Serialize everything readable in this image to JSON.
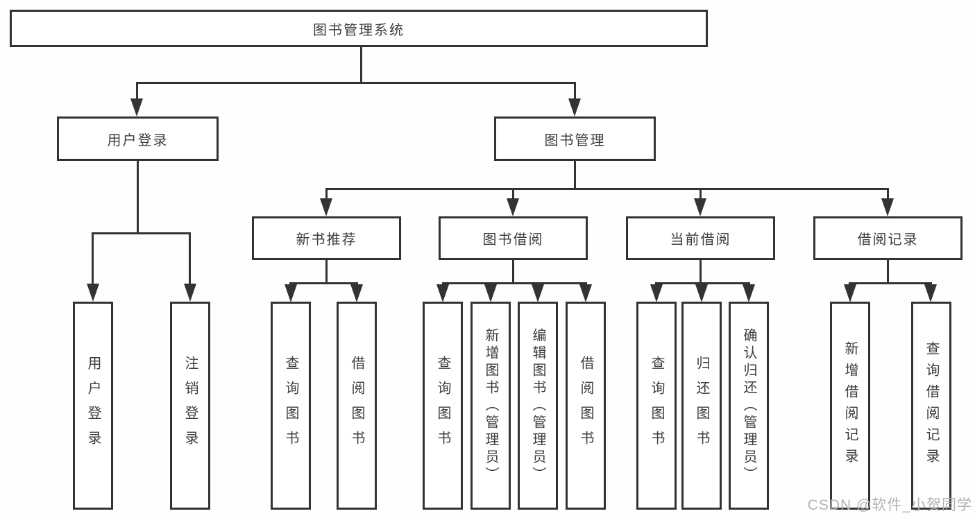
{
  "diagram": {
    "nodes": {
      "root": "图书管理系统",
      "user_login": "用户登录",
      "book_management": "图书管理",
      "new_book_recommend": "新书推荐",
      "book_borrowing": "图书借阅",
      "current_borrowing": "当前借阅",
      "borrowing_records": "借阅记录"
    },
    "leaves": {
      "user_login_login": "用户登录",
      "user_login_logout": "注销登录",
      "new_book_query": "查询图书",
      "new_book_borrow": "借阅图书",
      "borrow_query": "查询图书",
      "borrow_add_admin": "新增图书（管理员）",
      "borrow_edit_admin": "编辑图书（管理员）",
      "borrow_borrow": "借阅图书",
      "current_query": "查询图书",
      "current_return": "归还图书",
      "current_confirm_admin": "确认归还（管理员）",
      "record_add": "新增借阅记录",
      "record_query": "查询借阅记录"
    },
    "watermark": "CSDN @软件_小贺同学",
    "colors": {
      "line": "#333333",
      "border": "#333333",
      "text": "#3d3d3d",
      "watermark": "#b3b3b3",
      "background": "#fefefe"
    }
  }
}
